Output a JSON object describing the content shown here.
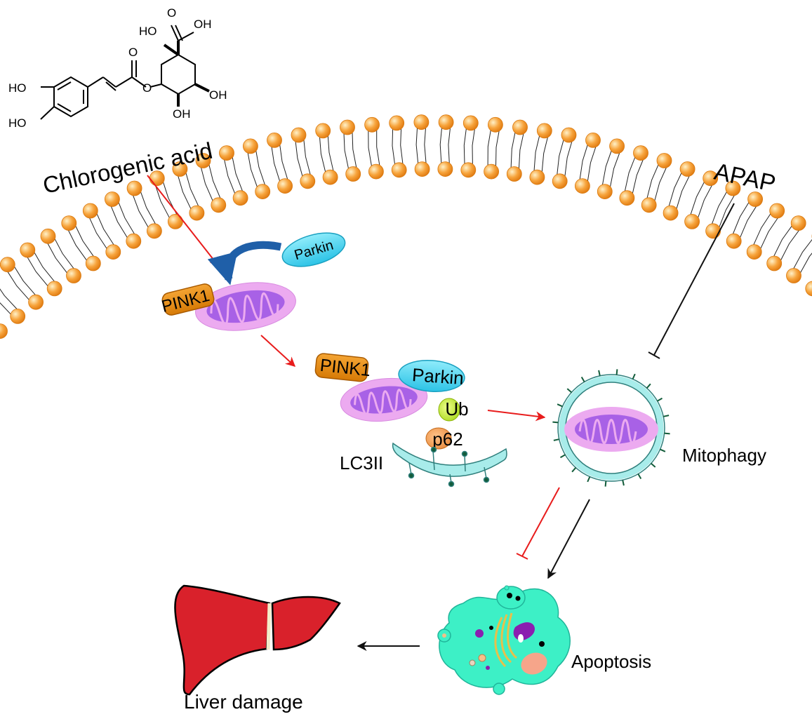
{
  "molecule": {
    "name": "Chlorogenic acid",
    "atoms": {
      "ho_top": "HO",
      "oh_acid": "OH",
      "oh_right": "OH",
      "oh_bottom": "OH",
      "o_ester": "O",
      "o_carbonyl": "O",
      "o_acid": "O",
      "ho_cat1": "HO",
      "ho_cat2": "HO"
    }
  },
  "labels": {
    "apap": "APAP",
    "parkin_top": "Parkin",
    "pink1_top": "PINK1",
    "pink1_mid": "PINK1",
    "parkin_mid": "Parkin",
    "ub": "Ub",
    "p62": "p62",
    "lc3": "LC3II",
    "mitophagy": "Mitophagy",
    "apoptosis": "Apoptosis",
    "liver": "Liver damage"
  },
  "colors": {
    "lipid_head": "#f7a43c",
    "mito_outer": "#ecaaf0",
    "mito_inner": "#a861e6",
    "pink": "#e48a0c",
    "parkin": "#48d4ef",
    "ub": "#c3f02c",
    "p62": "#f2a05c",
    "lc3": "#a8ecea",
    "cell": "#3df0c6",
    "liver": "#d9212b",
    "activation_arrow": "#e81c1c",
    "curved_arrow": "#1f5fa8"
  }
}
